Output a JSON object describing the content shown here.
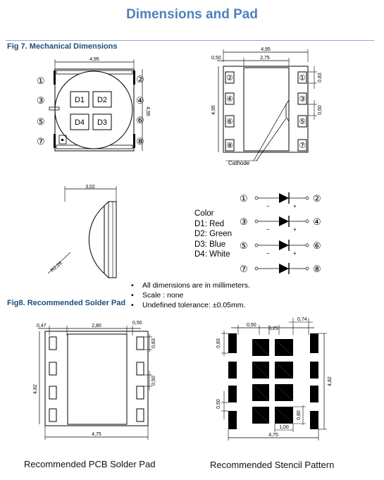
{
  "page": {
    "title": "Dimensions and Pad"
  },
  "fig7": {
    "heading": "Fig 7. Mechanical Dimensions",
    "top_view": {
      "width": "4,95",
      "height": "4,95",
      "die_labels": [
        "D1",
        "D2",
        "D4",
        "D3"
      ],
      "pin_left": [
        "①",
        "③",
        "⑤",
        "⑦"
      ],
      "pin_right": [
        "②",
        "④",
        "⑥",
        "⑧"
      ]
    },
    "bottom_view": {
      "width": "4,95",
      "inner_width": "2,75",
      "left_offset": "0,50",
      "height": "4,95",
      "pad_height": "0,83",
      "pad_pitch": "0,50",
      "cathode_label": "Cathode",
      "pads_left": [
        "②",
        "④",
        "⑥",
        "⑧"
      ],
      "pads_right": [
        "①",
        "③",
        "⑤",
        "⑦"
      ]
    },
    "side_view": {
      "width": "3,02",
      "radius": "R2,28"
    },
    "color_key": {
      "heading": "Color",
      "lines": [
        "D1: Red",
        "D2: Green",
        "D3: Blue",
        "D4: White"
      ],
      "diodes": [
        {
          "anode": "①",
          "cathode": "②"
        },
        {
          "anode": "③",
          "cathode": "④"
        },
        {
          "anode": "⑤",
          "cathode": "⑥"
        },
        {
          "anode": "⑦",
          "cathode": "⑧"
        }
      ],
      "minus": "−",
      "plus": "+"
    }
  },
  "notes": [
    "All dimensions are in millimeters.",
    "Scale : none",
    "Undefined tolerance: ±0.05mm."
  ],
  "notes_bullet": "•",
  "fig8": {
    "heading": "Fig8. Recommended Solder Pad",
    "pcb": {
      "pad_width": "0,47",
      "center_width": "2,80",
      "pad_right": "0,50",
      "pad_height": "0,83",
      "pitch": "0,50",
      "total_height": "4,82",
      "total_width": "4,75",
      "caption": "Recommended PCB Solder Pad"
    },
    "stencil": {
      "dim_050": "0,50",
      "dim_025": "0,25",
      "dim_074": "0,74",
      "dim_083": "0,83",
      "dim_050b": "0,50",
      "dim_080": "0,80",
      "dim_100": "1,00",
      "total_height": "4,82",
      "total_width": "4,75",
      "caption": "Recommended Stencil Pattern"
    }
  }
}
